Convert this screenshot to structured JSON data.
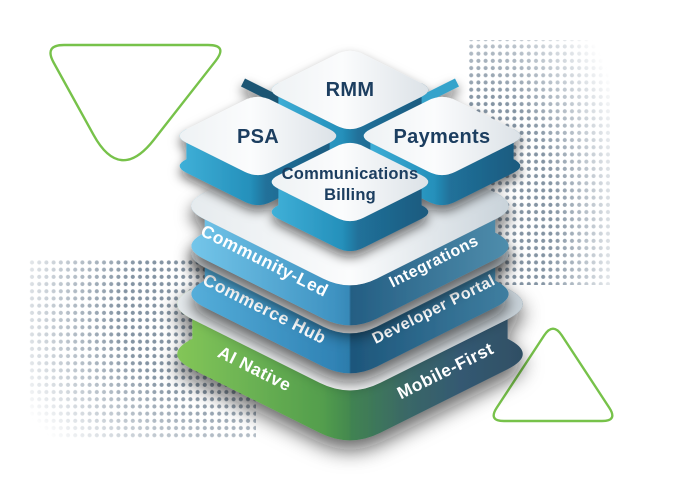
{
  "tiles": {
    "rmm": {
      "label": "RMM"
    },
    "psa": {
      "label": "PSA"
    },
    "payments": {
      "label": "Payments"
    },
    "communications_billing": {
      "line1": "Communications",
      "line2": "Billing"
    }
  },
  "layers": {
    "layer1": {
      "left": "Community-Led",
      "right": "Integrations"
    },
    "layer2": {
      "left": "Commerce Hub",
      "right": "Developer Portal"
    },
    "layer3": {
      "left": "AI Native",
      "right": "Mobile-First"
    }
  },
  "colors": {
    "background": "#ffffff",
    "text_navy": "#1c3e60",
    "text_white": "#ffffff",
    "accent_line_green": "#77c24a",
    "halftone_dot": "#8494a3",
    "shadow": "#0b1016",
    "tile_side_light": "#3fb0d8",
    "tile_side_dark": "#1d5a7e",
    "top_edge": "#e6ebee",
    "top_white": "#fbfcfd",
    "top_gray": "#dce2e7",
    "rim_gray": "#c9d3da",
    "layer1_left_light": "#74c6ea",
    "layer1_left_deep": "#3f93c2",
    "layer1_right_dark": "#245e83",
    "layer1_right_light": "#4f8dac",
    "layer2_left_light": "#55aeda",
    "layer2_left_deep": "#3083b5",
    "layer2_right_dark": "#1d567b",
    "layer2_right_light": "#3f7ea0",
    "layer3_left_light": "#83c658",
    "layer3_left_deep": "#539e4d",
    "layer3_green_dark": "#418351",
    "layer3_slate": "#345972",
    "layer3_right_end": "#2f4f64",
    "x_arm_nw": "#1d5573",
    "x_arm_ne": "#35a3cb",
    "x_arm_sw": "#2e9cc5",
    "x_arm_se": "#2387b1"
  }
}
